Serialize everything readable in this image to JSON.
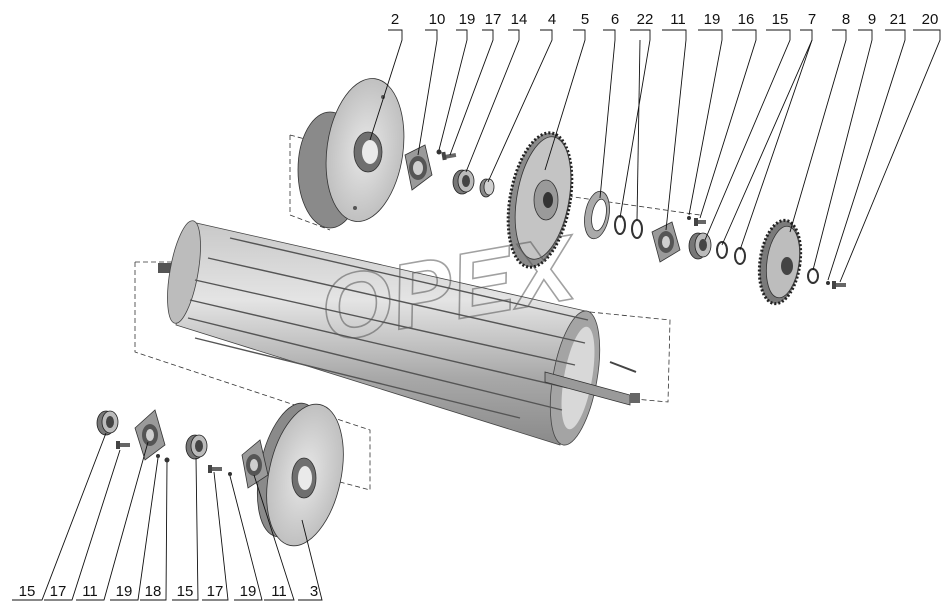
{
  "watermark": "OPEX",
  "top_labels": [
    "2",
    "10",
    "19",
    "17",
    "14",
    "4",
    "5",
    "6",
    "22",
    "11",
    "19",
    "16",
    "15",
    "7",
    "8",
    "9",
    "21",
    "20"
  ],
  "bottom_labels": [
    "15",
    "17",
    "11",
    "19",
    "18",
    "15",
    "17",
    "19",
    "11",
    "3"
  ],
  "colors": {
    "metal_light": "#dedede",
    "metal_mid": "#b4b4b4",
    "metal_dark": "#7a7a7a",
    "line": "#111111"
  }
}
